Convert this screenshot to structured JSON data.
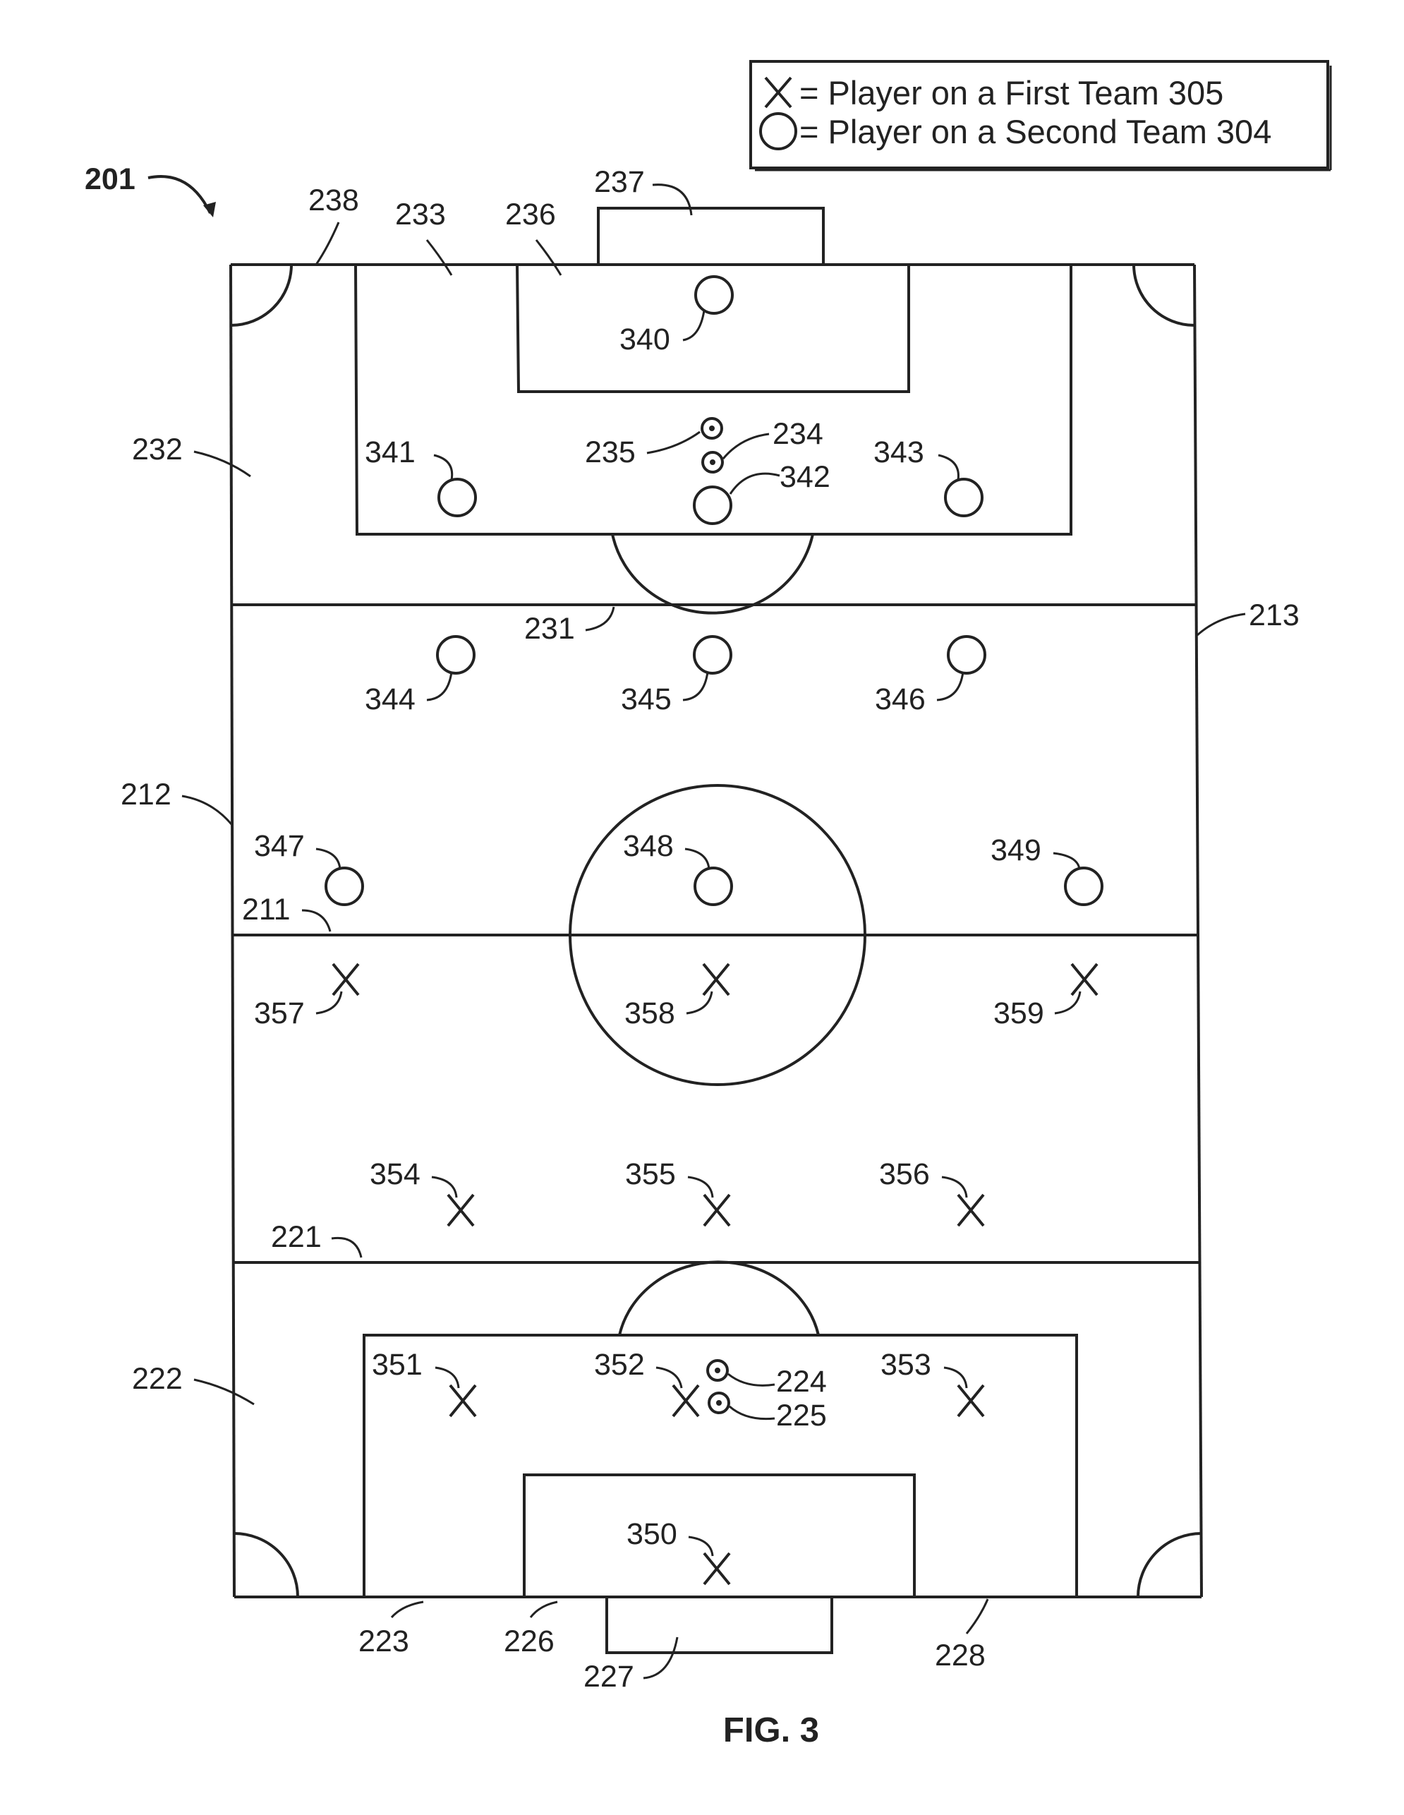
{
  "figure": {
    "ref_main": "201",
    "caption": "FIG. 3"
  },
  "legend": {
    "entries": [
      {
        "symbol": "X",
        "text": "= Player on a First Team 305"
      },
      {
        "symbol": "circle",
        "text": "= Player on a Second Team 304"
      }
    ]
  },
  "field_labels": [
    "238",
    "233",
    "236",
    "237",
    "232",
    "235",
    "234",
    "231",
    "213",
    "212",
    "211",
    "221",
    "222",
    "224",
    "225",
    "223",
    "226",
    "227",
    "228"
  ],
  "second_team_players": [
    "340",
    "341",
    "342",
    "343",
    "344",
    "345",
    "346",
    "347",
    "348",
    "349"
  ],
  "first_team_players": [
    "350",
    "351",
    "352",
    "353",
    "354",
    "355",
    "356",
    "357",
    "358",
    "359"
  ]
}
